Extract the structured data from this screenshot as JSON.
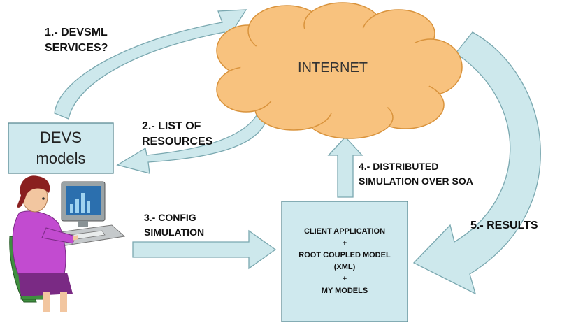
{
  "internet": {
    "label": "INTERNET"
  },
  "devs_models": {
    "line1": "DEVS",
    "line2": "models"
  },
  "client_box": {
    "line1": "CLIENT APPLICATION",
    "line2": "+",
    "line3": "ROOT COUPLED MODEL",
    "line4": "(XML)",
    "line5": "+",
    "line6": "MY MODELS"
  },
  "steps": {
    "s1_line1": "1.- DEVSML",
    "s1_line2": "SERVICES?",
    "s2_line1": "2.- LIST OF",
    "s2_line2": "RESOURCES",
    "s3_line1": "3.- CONFIG",
    "s3_line2": "SIMULATION",
    "s4_line1": "4.- DISTRIBUTED",
    "s4_line2": "SIMULATION OVER SOA",
    "s5": "5.- RESULTS"
  },
  "colors": {
    "arrow_fill": "#cde8ec",
    "arrow_stroke": "#7aa8b0",
    "cloud_fill": "#f8c27e",
    "cloud_stroke": "#d9933c",
    "box_fill": "#cfe9ee",
    "box_stroke": "#5d8c94"
  },
  "icons": {
    "user": "woman-at-computer-icon",
    "cloud": "internet-cloud-icon"
  }
}
